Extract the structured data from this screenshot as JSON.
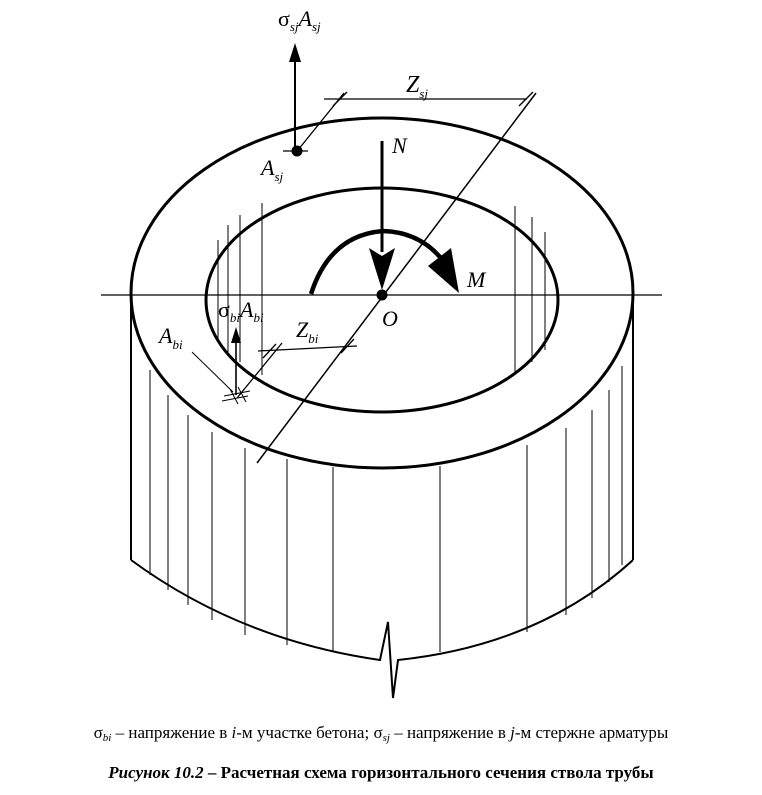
{
  "figure": {
    "labels": {
      "sigma": "σ",
      "sj": "sj",
      "bi": "bi",
      "A": "A",
      "Z": "Z",
      "N": "N",
      "M": "M",
      "O": "O"
    }
  },
  "legend": {
    "part1_sym": "σ",
    "part1_sub": "bi",
    "part1_text_a": " – напряжение в ",
    "part1_index": "i",
    "part1_text_b": "-м участке бетона; ",
    "part2_sym": "σ",
    "part2_sub": "sj",
    "part2_text_a": " – напряжение в ",
    "part2_index": "j",
    "part2_text_b": "-м стержне арматуры"
  },
  "caption": {
    "number": "Рисунок 10.2",
    "dash": " – ",
    "title": "Расчетная схема горизонтального сечения ствола трубы"
  }
}
